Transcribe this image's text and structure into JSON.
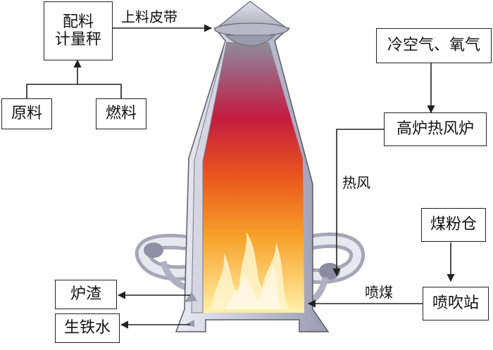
{
  "boxes": {
    "weigher_line1": "配料",
    "weigher_line2": "计量秤",
    "raw_material": "原料",
    "fuel": "燃料",
    "cold_air_oxygen": "冷空气、氧气",
    "hot_stove": "高炉热风炉",
    "coal_bin": "煤粉仓",
    "injection_station": "喷吹站",
    "slag": "炉渣",
    "hot_metal": "生铁水"
  },
  "labels": {
    "conveyor": "上料皮带",
    "hot_blast": "热风",
    "coal_injection": "喷煤"
  },
  "colors": {
    "line": "#222222",
    "furnace_wall": "#c9c9d8",
    "flame_top": "#b51c3c",
    "flame_bottom": "#fff1a8"
  }
}
